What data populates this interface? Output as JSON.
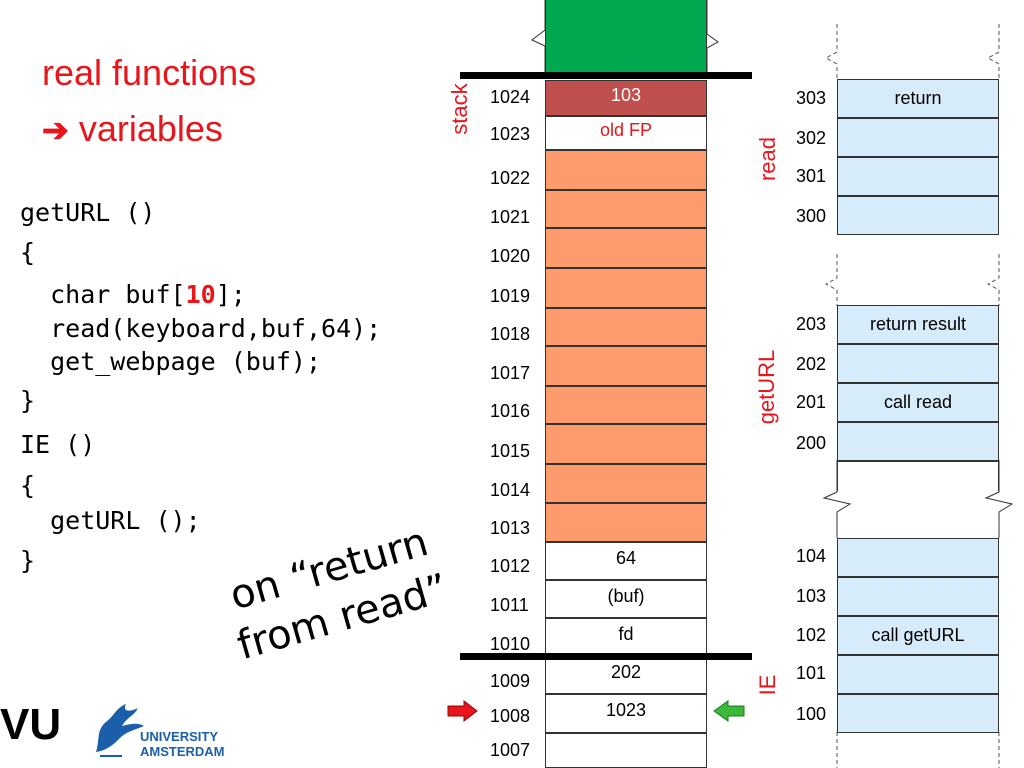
{
  "title": {
    "line1": "real functions",
    "arrow": "➔",
    "line2": "variables"
  },
  "code": {
    "lines": [
      "getURL ()",
      "{",
      "  char buf[",
      "  read(keyboard,buf,64);",
      "  get_webpage (buf);",
      "}",
      "IE ()",
      "{",
      "  getURL ();",
      "}"
    ],
    "buf_size": "10",
    "buf_close": "];"
  },
  "annotation": {
    "line1": "on “return",
    "line2": "from read”"
  },
  "stack": {
    "label": "stack",
    "addresses": [
      "1024",
      "1023",
      "1022",
      "1021",
      "1020",
      "1019",
      "1018",
      "1017",
      "1016",
      "1015",
      "1014",
      "1013",
      "1012",
      "1011",
      "1010",
      "1009",
      "1008",
      "1007"
    ],
    "cells": [
      "103",
      "old FP",
      "",
      "",
      "",
      "",
      "",
      "",
      "",
      "",
      "",
      "",
      "64",
      "(buf)",
      "fd",
      "202",
      "1023",
      ""
    ]
  },
  "code_mem": {
    "read": {
      "label": "read",
      "addresses": [
        "303",
        "302",
        "301",
        "300"
      ],
      "cells": [
        "return",
        "",
        "",
        ""
      ]
    },
    "getURL": {
      "label": "getURL",
      "addresses": [
        "203",
        "202",
        "201",
        "200"
      ],
      "cells": [
        "return result",
        "",
        "call read",
        ""
      ]
    },
    "IE": {
      "label": "IE",
      "addresses": [
        "104",
        "103",
        "102",
        "101",
        "100"
      ],
      "cells": [
        "",
        "",
        "call getURL",
        "",
        ""
      ]
    }
  },
  "logo": {
    "vu": "VU",
    "uni_line1": "UNIVERSITY",
    "uni_line2": "AMSTERDAM"
  },
  "colors": {
    "accent": "#e8151b",
    "green_block": "#00a94f",
    "ret_cell": "#c0504d",
    "buf_orange": "#fd9b6c",
    "code_blue": "#d6ecfb",
    "arrow_red": "#e8151b",
    "arrow_green": "#3cb83c",
    "uni_blue": "#1b5fab"
  }
}
